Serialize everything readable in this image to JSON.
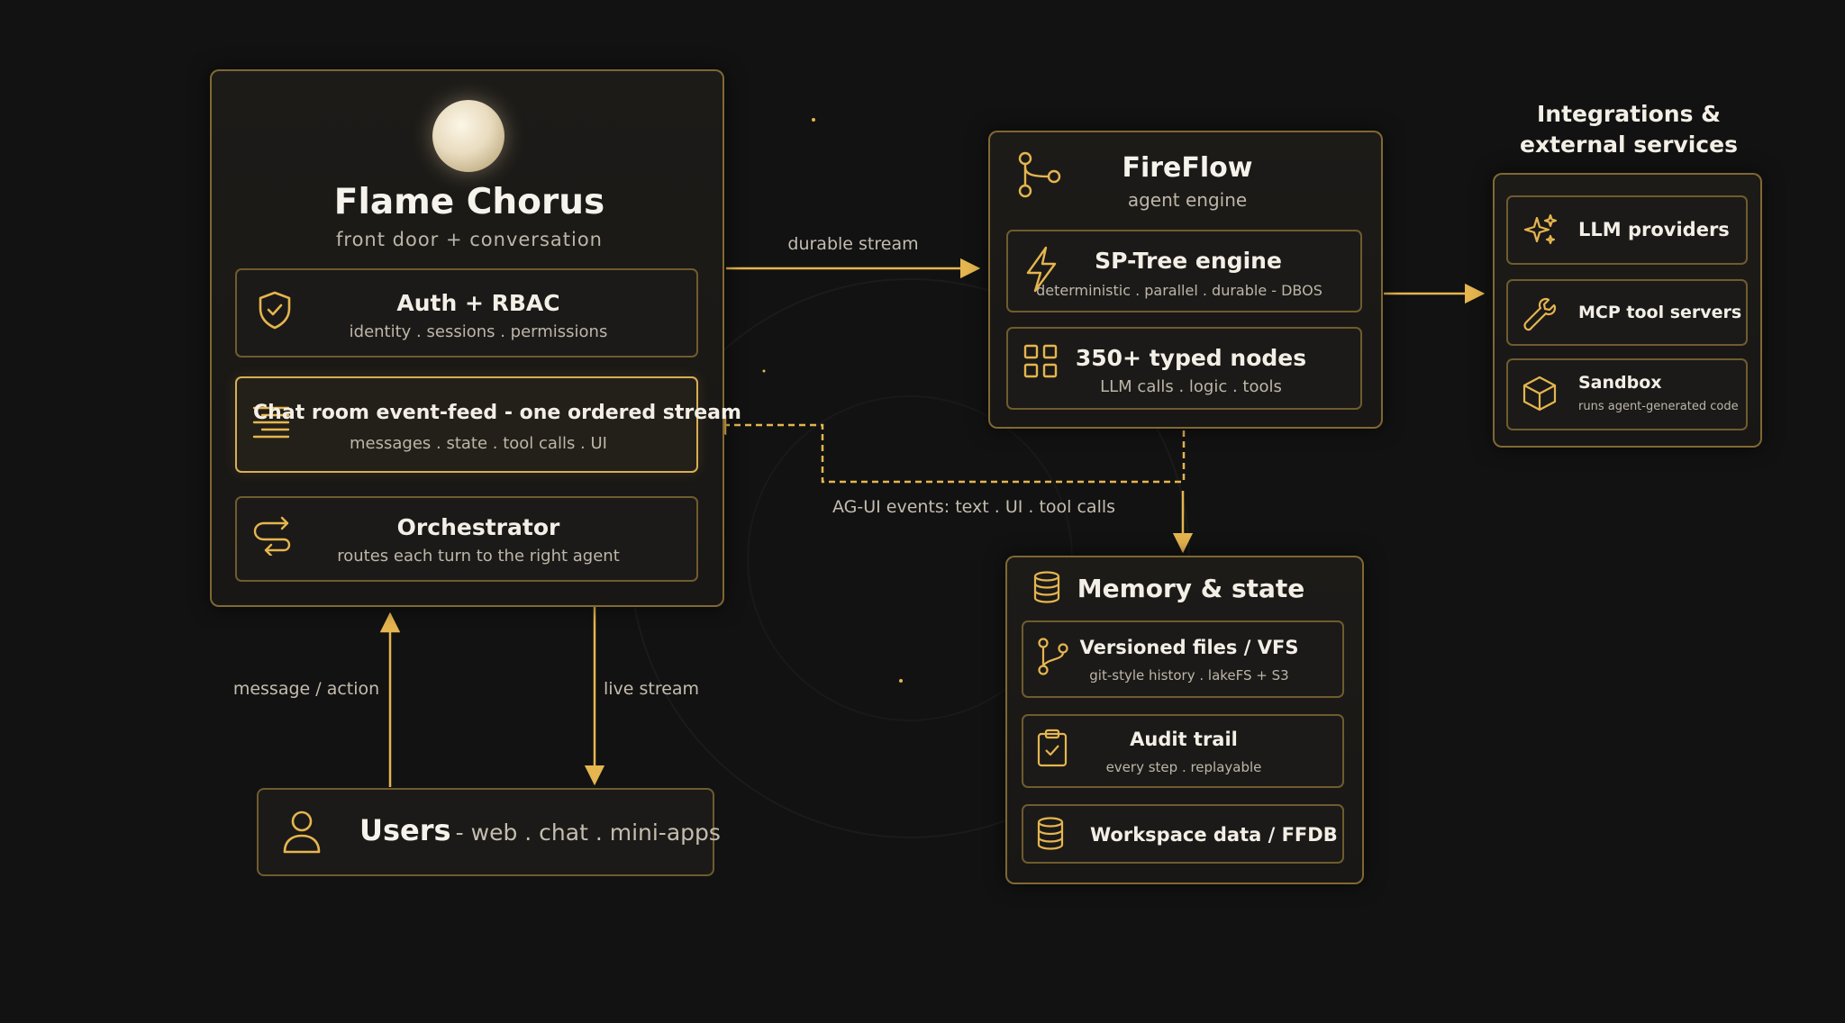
{
  "colors": {
    "background": "#121212",
    "accent": "#E5B54F",
    "text": "#F6F3EC",
    "muted": "#BDB6A8"
  },
  "flame": {
    "title": "Flame Chorus",
    "subtitle": "front door + conversation",
    "auth": {
      "title": "Auth + RBAC",
      "sub": "identity . sessions . permissions",
      "icon": "shield-check-icon"
    },
    "feed": {
      "title": "Chat room event-feed - one ordered stream",
      "sub": "messages . state . tool calls . UI",
      "icon": "lines-icon"
    },
    "orch": {
      "title": "Orchestrator",
      "sub": "routes each turn to the right agent",
      "icon": "route-arrows-icon"
    }
  },
  "fireflow": {
    "title": "FireFlow",
    "subtitle": "agent engine",
    "icon": "branch-icon",
    "sptree": {
      "title": "SP-Tree engine",
      "sub": "deterministic . parallel . durable - DBOS",
      "icon": "lightning-icon"
    },
    "nodes": {
      "title": "350+ typed nodes",
      "sub": "LLM calls . logic . tools",
      "icon": "grid-icon"
    }
  },
  "integrations": {
    "title_line1": "Integrations &",
    "title_line2": "external services",
    "llm": {
      "title": "LLM providers",
      "icon": "sparkles-icon"
    },
    "mcp": {
      "title": "MCP tool servers",
      "icon": "wrench-icon"
    },
    "sandbox": {
      "title": "Sandbox",
      "sub": "runs agent-generated code",
      "icon": "cube-icon"
    }
  },
  "memory": {
    "title": "Memory & state",
    "icon": "database-icon",
    "vfs": {
      "title": "Versioned files / VFS",
      "sub": "git-style history . lakeFS + S3",
      "icon": "git-branch-icon"
    },
    "audit": {
      "title": "Audit trail",
      "sub": "every step . replayable",
      "icon": "clipboard-check-icon"
    },
    "workspace": {
      "title": "Workspace data / FFDB",
      "icon": "database-icon"
    }
  },
  "users": {
    "title": "Users",
    "sub": "- web . chat . mini-apps",
    "icon": "user-icon"
  },
  "edges": {
    "durable_stream": "durable stream",
    "ag_ui_events": "AG-UI events: text . UI . tool calls",
    "message_action": "message / action",
    "live_stream": "live stream"
  }
}
